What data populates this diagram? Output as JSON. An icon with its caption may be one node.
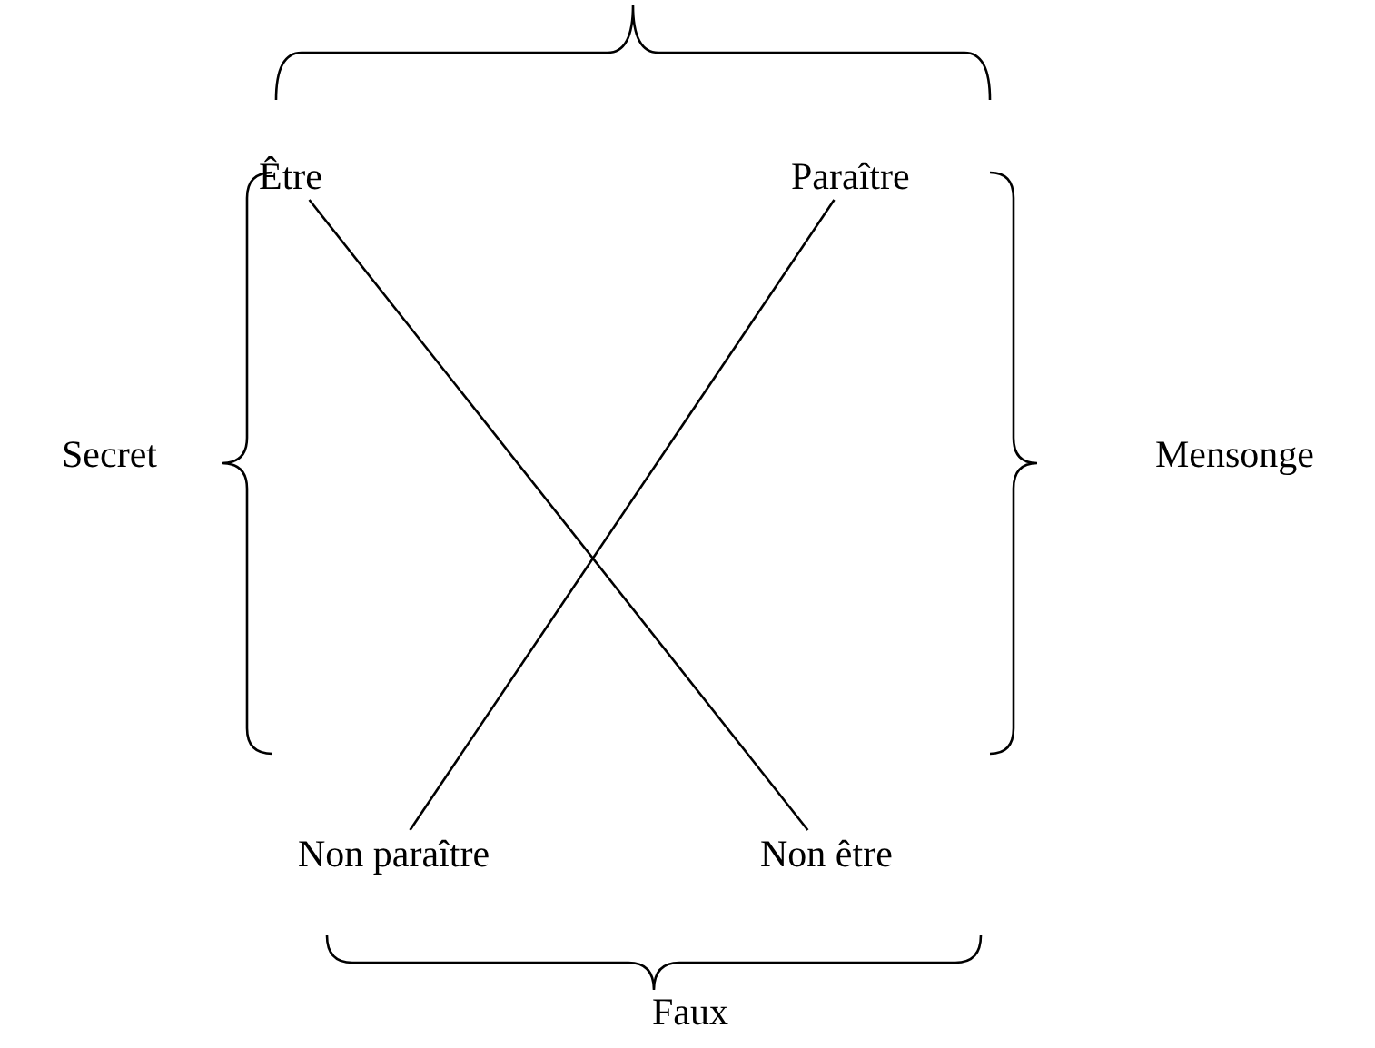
{
  "diagram": {
    "nodes": [
      {
        "text": [
          "Être"
        ]
      },
      {
        "text": [
          "Paraître"
        ]
      },
      {
        "text": [
          "Non paraître"
        ]
      },
      {
        "text": [
          "Non être"
        ]
      }
    ],
    "edges": [
      {
        "from": 0,
        "to": 3,
        "arrow": "none"
      },
      {
        "from": 1,
        "to": 2,
        "arrow": "none"
      }
    ],
    "labels": [
      "Secret",
      "Mensonge",
      "Faux"
    ]
  }
}
